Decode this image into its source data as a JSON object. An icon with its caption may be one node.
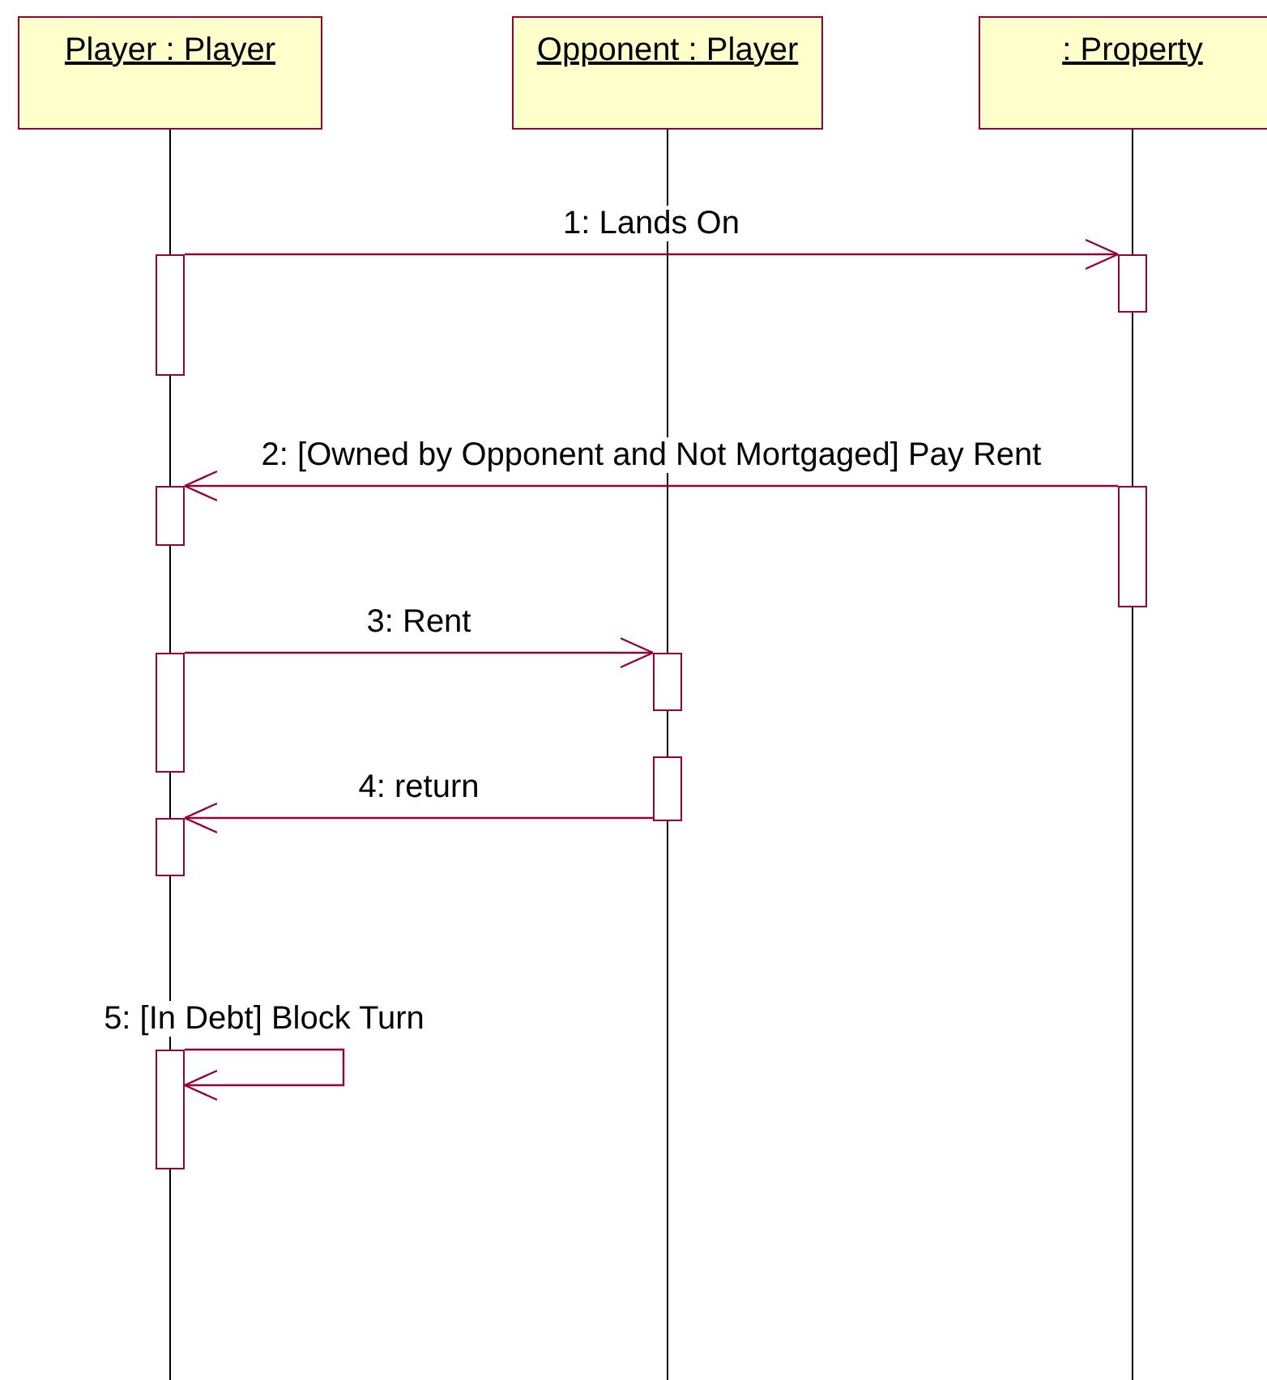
{
  "diagram": {
    "nodes": [
      {
        "text": [
          "Player : Player"
        ]
      },
      {
        "text": [
          "Opponent : Player"
        ]
      },
      {
        "text": [
          ": Property"
        ]
      },
      {
        "text": [],
        "shape": "bar"
      },
      {
        "text": [],
        "shape": "bar"
      },
      {
        "text": [],
        "shape": "bar"
      },
      {
        "text": [],
        "shape": "bar"
      },
      {
        "text": [],
        "shape": "bar"
      },
      {
        "text": [],
        "shape": "bar"
      },
      {
        "text": [],
        "shape": "bar"
      },
      {
        "text": [],
        "shape": "bar"
      },
      {
        "text": [],
        "shape": "bar"
      }
    ],
    "edges": [
      {
        "from": 3,
        "to": 10,
        "arrow": "to",
        "label": "1: Lands On"
      },
      {
        "from": 11,
        "to": 4,
        "arrow": "to",
        "label": "2: [Owned by Opponent and Not Mortgaged] Pay Rent"
      },
      {
        "from": 5,
        "to": 8,
        "arrow": "to",
        "label": "3: Rent"
      },
      {
        "from": 9,
        "to": 6,
        "arrow": "to",
        "label": "4: return"
      },
      {
        "from": 7,
        "to": 7,
        "arrow": "to",
        "label": "5: [In Debt] Block Turn"
      }
    ]
  }
}
